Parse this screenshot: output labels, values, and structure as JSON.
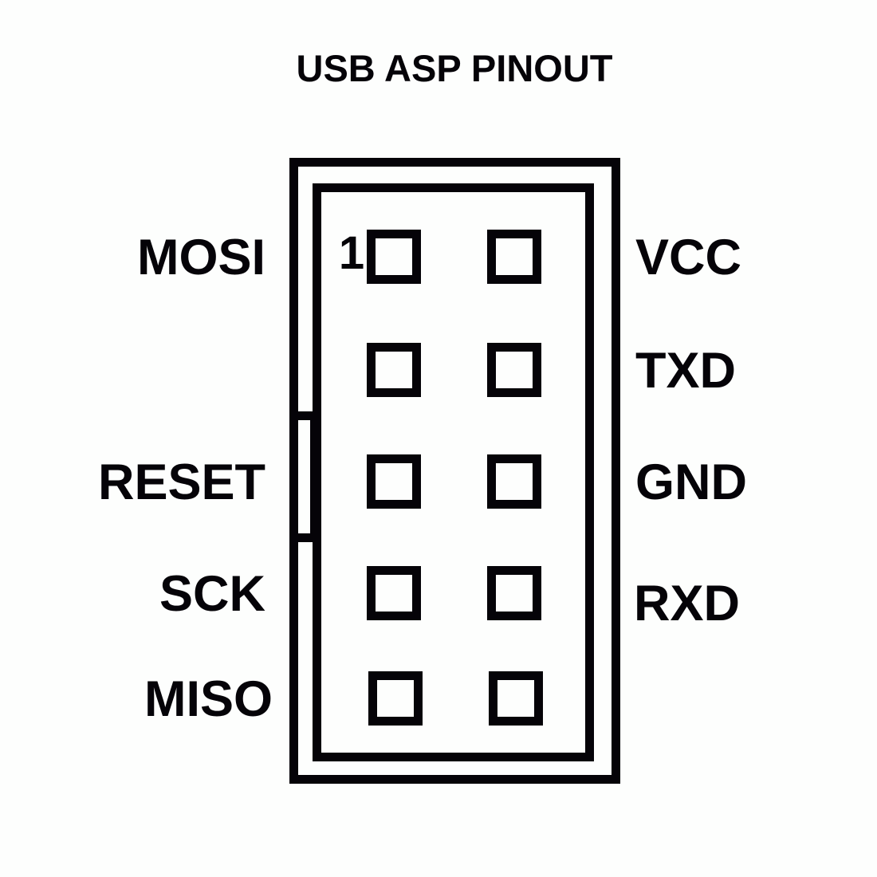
{
  "title": "USB ASP PINOUT",
  "pin1_marker": "1",
  "left_labels": [
    "MOSI",
    "",
    "RESET",
    "SCK",
    "MISO"
  ],
  "right_labels": [
    "VCC",
    "TXD",
    "GND",
    "RXD",
    ""
  ],
  "colors": {
    "ink": "#050308",
    "background": "#fdfefd"
  }
}
